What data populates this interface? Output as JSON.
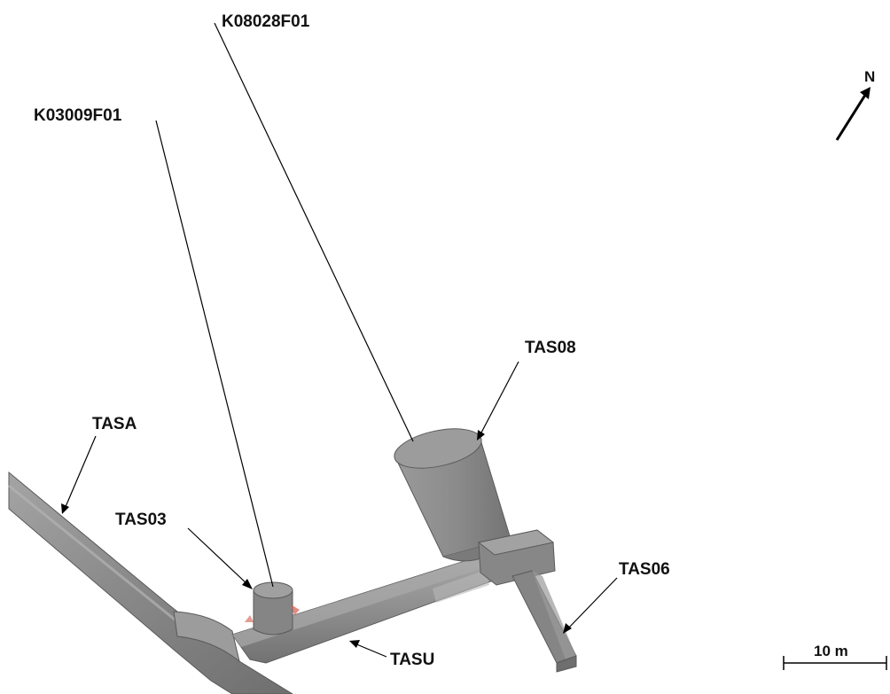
{
  "labels": {
    "borehole_1": "K08028F01",
    "borehole_2": "K03009F01",
    "tunnel_tas08": "TAS08",
    "tunnel_tasa": "TASA",
    "tunnel_tas03": "TAS03",
    "tunnel_tas06": "TAS06",
    "tunnel_tasu": "TASU"
  },
  "north_arrow": {
    "label": "N"
  },
  "scale_bar": {
    "label": "10 m"
  },
  "colors": {
    "tunnel_fill": "#8c8c8c",
    "tunnel_light": "#a6a6a6",
    "tunnel_dark": "#6e6e6e",
    "line": "#000000"
  }
}
